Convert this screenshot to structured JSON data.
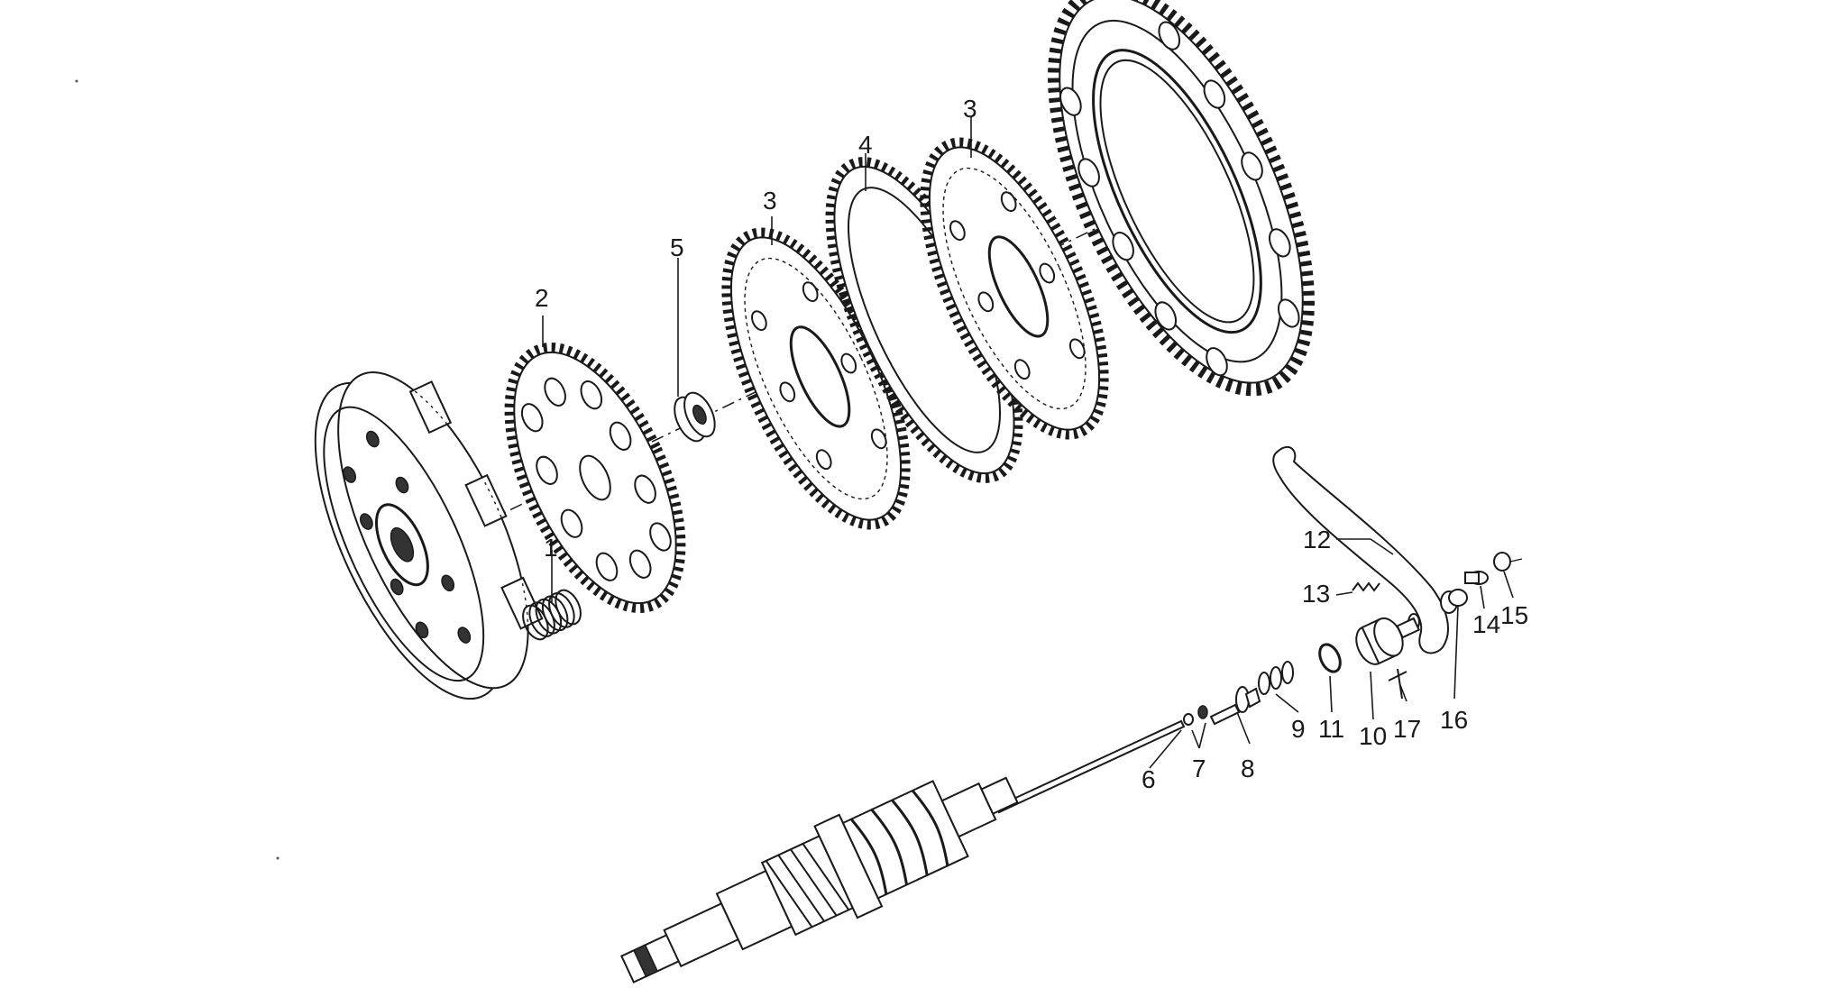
{
  "callouts": [
    {
      "id": "1",
      "text": "1"
    },
    {
      "id": "2",
      "text": "2"
    },
    {
      "id": "3a",
      "text": "3"
    },
    {
      "id": "3b",
      "text": "3"
    },
    {
      "id": "4",
      "text": "4"
    },
    {
      "id": "5",
      "text": "5"
    },
    {
      "id": "6",
      "text": "6"
    },
    {
      "id": "7",
      "text": "7"
    },
    {
      "id": "8",
      "text": "8"
    },
    {
      "id": "9",
      "text": "9"
    },
    {
      "id": "10",
      "text": "10"
    },
    {
      "id": "11",
      "text": "11"
    },
    {
      "id": "12",
      "text": "12"
    },
    {
      "id": "13",
      "text": "13"
    },
    {
      "id": "14",
      "text": "14"
    },
    {
      "id": "15",
      "text": "15"
    },
    {
      "id": "16",
      "text": "16"
    },
    {
      "id": "17",
      "text": "17"
    }
  ]
}
